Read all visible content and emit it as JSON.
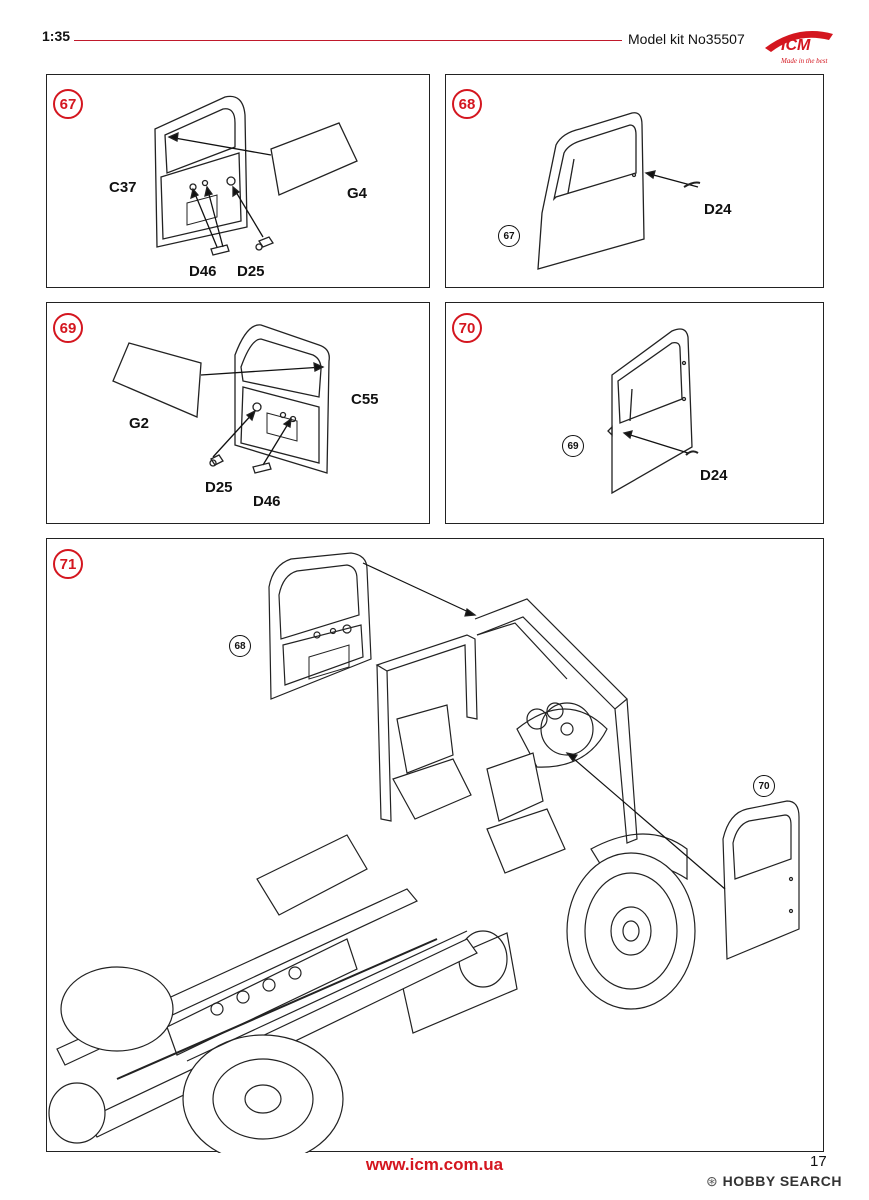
{
  "header": {
    "scale": "1:35",
    "kit": "Model kit No35507"
  },
  "logo": {
    "brand": "ICM",
    "tagline": "Made in the best"
  },
  "steps": [
    {
      "number": "67",
      "labels": [
        "C37",
        "G4",
        "D46",
        "D25"
      ]
    },
    {
      "number": "68",
      "labels": [
        "D24"
      ],
      "ref": "67"
    },
    {
      "number": "69",
      "labels": [
        "C55",
        "G2",
        "D25",
        "D46"
      ]
    },
    {
      "number": "70",
      "labels": [
        "D24"
      ],
      "ref": "69"
    },
    {
      "number": "71",
      "refs": [
        "68",
        "70"
      ]
    }
  ],
  "footer": {
    "url": "www.icm.com.ua",
    "page": "17"
  },
  "watermark": {
    "brand": "HOBBY SEARCH"
  },
  "colors": {
    "accent": "#d4161f",
    "line": "#222222"
  }
}
